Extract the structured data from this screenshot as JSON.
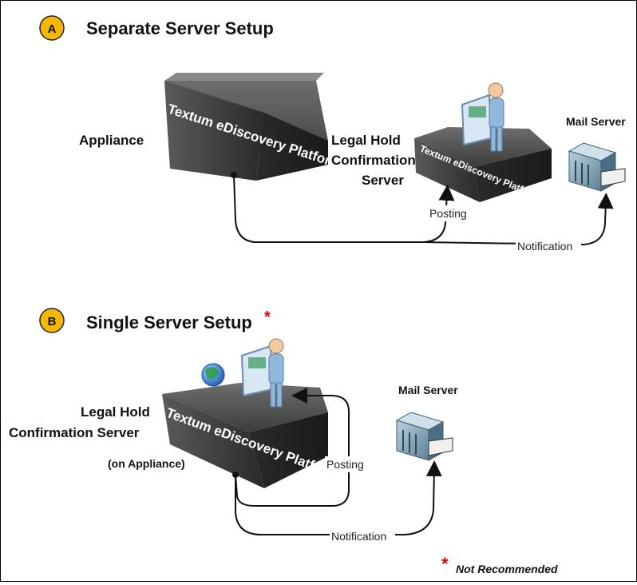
{
  "section_a": {
    "badge": "A",
    "title": "Separate Server Setup",
    "appliance_label": "Appliance",
    "appliance_platform_text": "Textum eDiscovery Platform",
    "lh_server_label": [
      "Legal Hold",
      "Confirmation",
      "Server"
    ],
    "lh_server_platform_text": "Textum eDiscovery Platform",
    "mail_server_label": "Mail Server",
    "posting_label": "Posting",
    "notification_label": "Notification"
  },
  "section_b": {
    "badge": "B",
    "title": "Single Server Setup",
    "title_asterisk": "*",
    "lh_server_label": [
      "Legal Hold",
      "Confirmation Server"
    ],
    "on_appliance_label": "(on Appliance)",
    "platform_text": "Textum eDiscovery Platform",
    "mail_server_label": "Mail Server",
    "posting_label": "Posting",
    "notification_label": "Notification"
  },
  "footnote": {
    "asterisk": "*",
    "text": "Not Recommended"
  },
  "colors": {
    "badge": "#f5b800",
    "asterisk": "#e00000",
    "server_dark": "#3a3a3a",
    "mail_server_blue": "#7fa3b8"
  },
  "icons": [
    "globe-icon",
    "person-with-screen-icon",
    "mail-server-icon"
  ]
}
